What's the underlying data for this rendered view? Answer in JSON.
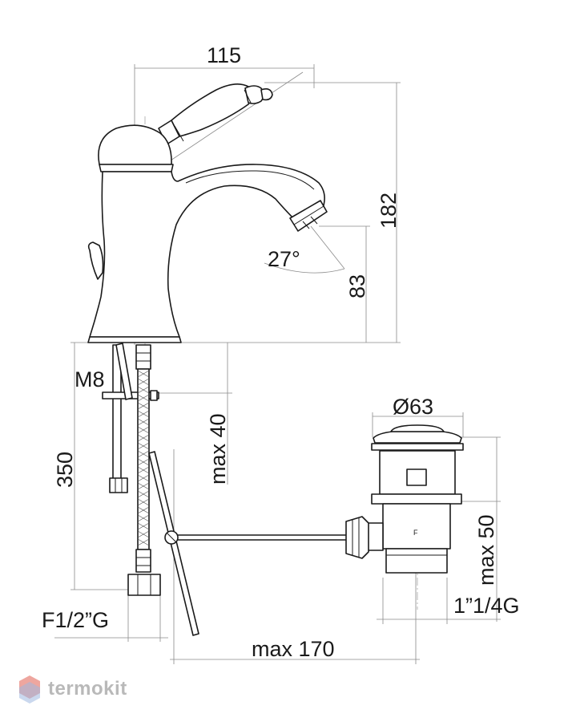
{
  "dimensions": {
    "width_top": "115",
    "height_total": "182",
    "spout_angle": "27°",
    "spout_height": "83",
    "rod_thread": "M8",
    "hose_length": "350",
    "max_deck": "max 40",
    "drain_diameter": "Ø63",
    "max_drain": "max 50",
    "drain_thread": "1”1/4G",
    "hose_thread": "F1/2”G",
    "max_rod": "max 170"
  },
  "brand": {
    "name": "termokit",
    "logo_color": "#e8887f",
    "logo_color_2": "#9fb8e0"
  },
  "colors": {
    "line": "#1a1a1a",
    "dimension": "#8a8a8a",
    "brand_text": "#b9b9b9"
  }
}
